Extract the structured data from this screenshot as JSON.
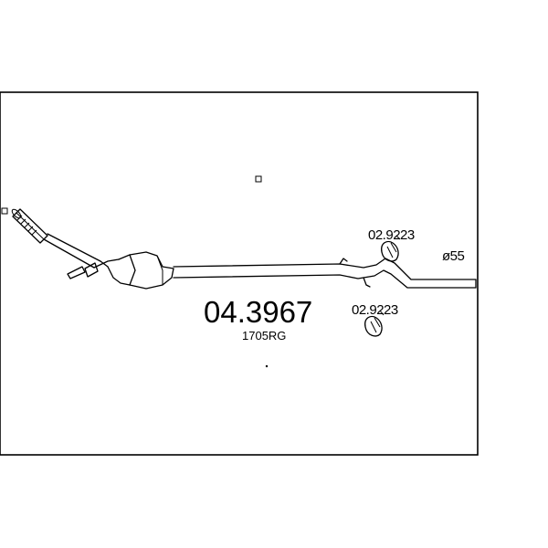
{
  "part_number": "04.3967",
  "oem_code": "1705RG",
  "labels": {
    "clamp_upper": "02.9223",
    "clamp_lower": "02.9223",
    "diameter": "ø55"
  },
  "colors": {
    "line": "#000000",
    "background": "#ffffff"
  }
}
